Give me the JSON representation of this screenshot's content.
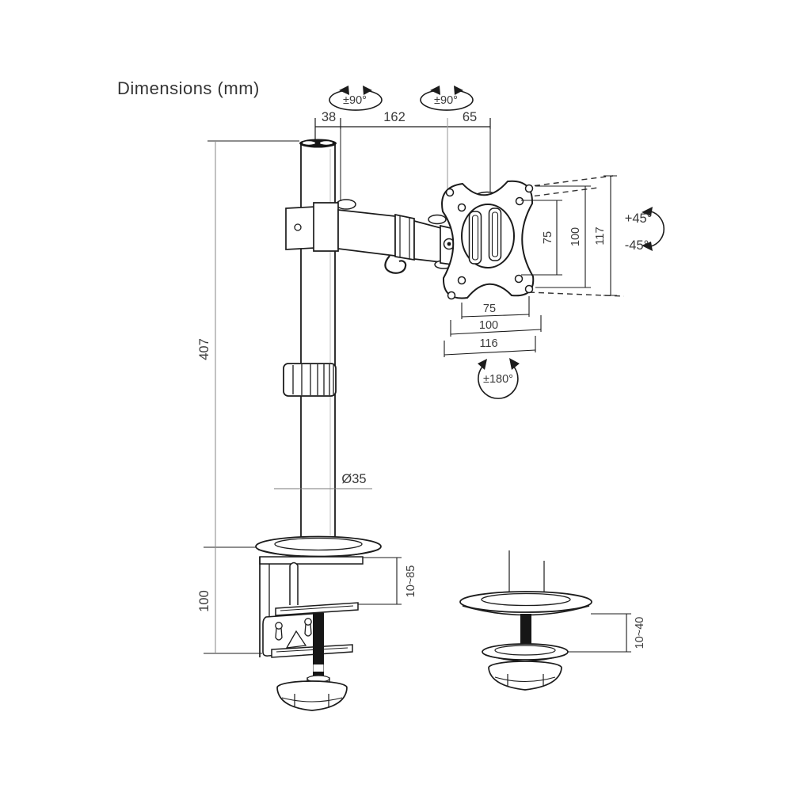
{
  "title": "Dimensions (mm)",
  "colors": {
    "line": "#1c1c1c",
    "text": "#3a3a3a",
    "gray_extension": "#a6a6a6"
  },
  "rotation_labels": {
    "pole_swivel": "±90°",
    "arm_swivel": "±90°",
    "vesa_swivel": "±180°",
    "tilt_up": "+45°",
    "tilt_down": "-45°"
  },
  "dimensions": {
    "pole_to_arm": "38",
    "arm_length": "162",
    "arm_to_vesa": "65",
    "pole_height": "407",
    "pole_diameter": "Ø35",
    "vesa_vertical_75": "75",
    "vesa_vertical_100": "100",
    "plate_height": "117",
    "vesa_horizontal_75": "75",
    "vesa_horizontal_100": "100",
    "plate_width": "116",
    "clamp_bracket_height": "100",
    "clamp_desk_range": "10~85",
    "grommet_desk_range": "10~40"
  }
}
